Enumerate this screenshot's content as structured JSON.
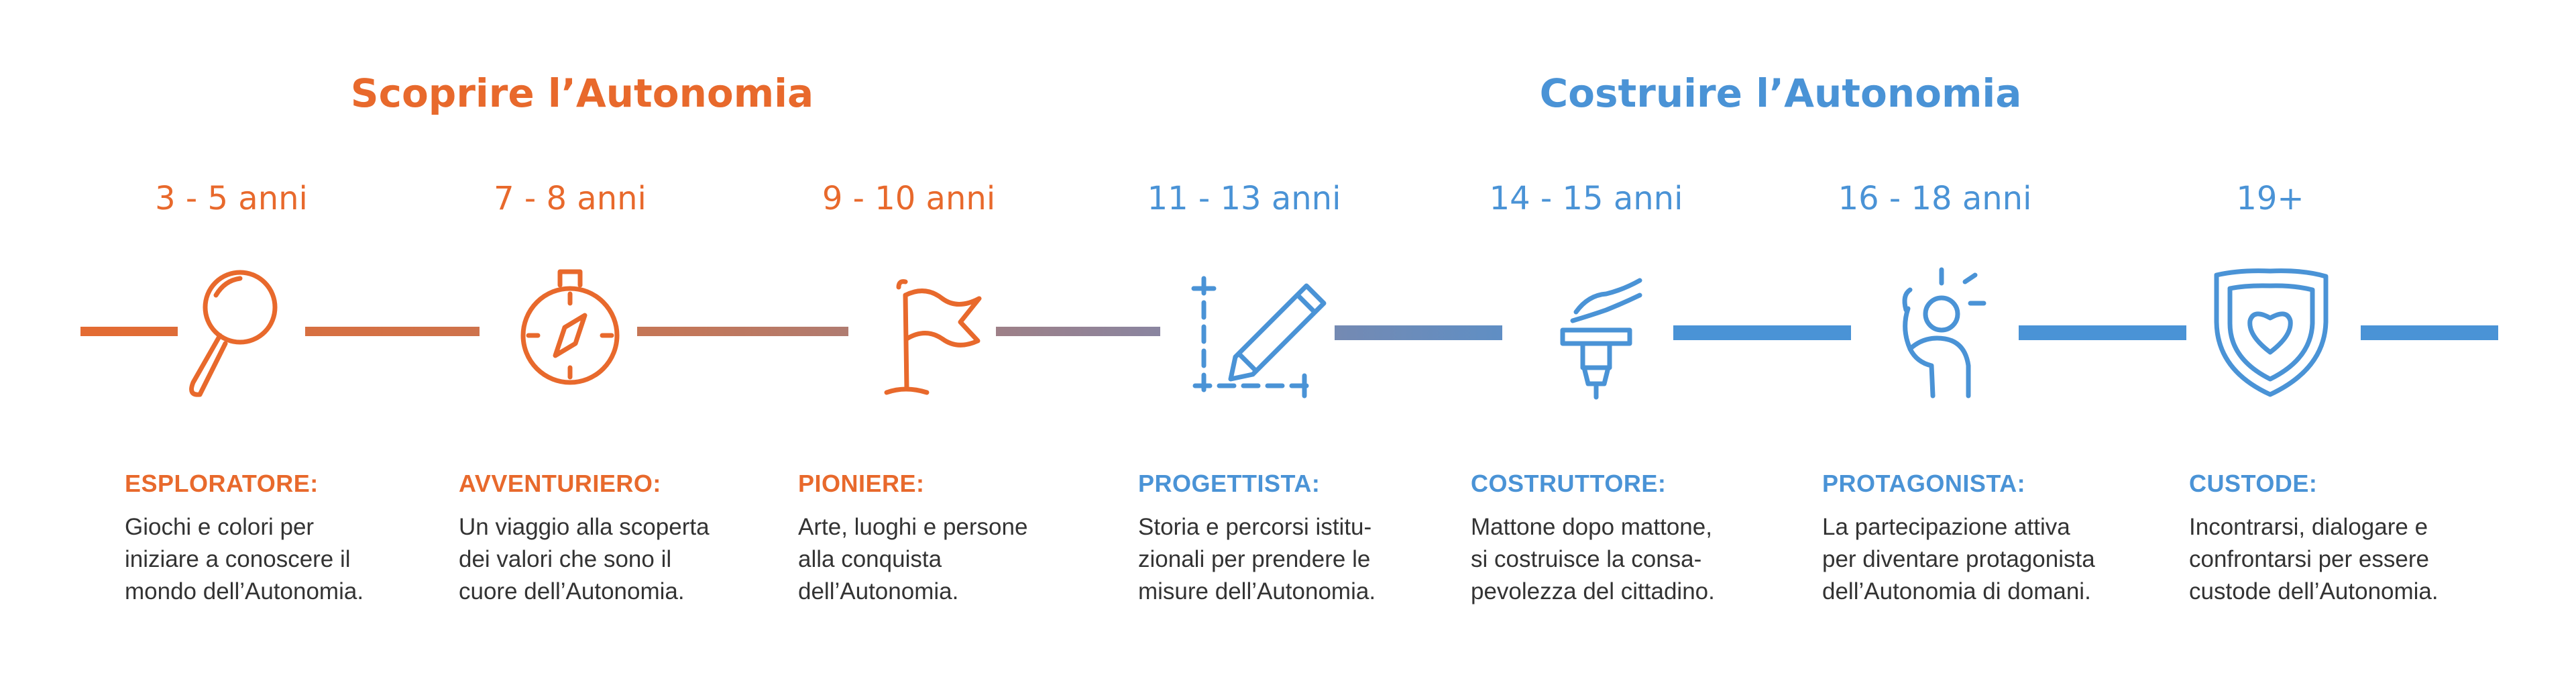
{
  "colors": {
    "orange": "#E8692C",
    "blue": "#4A93D6",
    "text": "#333333"
  },
  "phases": [
    {
      "title": "Scoprire l’Autonomia",
      "color": "#E8692C"
    },
    {
      "title": "Costruire l’Autonomia",
      "color": "#4A93D6"
    }
  ],
  "stages": [
    {
      "age": "3 - 5 anni",
      "icon": "magnifier-icon",
      "title": "ESPLORATORE:",
      "lines": [
        "Giochi e colori per",
        "iniziare a conoscere il",
        "mondo dell’Autonomia."
      ]
    },
    {
      "age": "7 - 8 anni",
      "icon": "compass-icon",
      "title": "AVVENTURIERO:",
      "lines": [
        "Un viaggio alla scoperta",
        "dei valori che sono il",
        "cuore dell’Autonomia."
      ]
    },
    {
      "age": "9 - 10 anni",
      "icon": "flag-icon",
      "title": "PIONIERE:",
      "lines": [
        "Arte, luoghi e persone",
        "alla conquista",
        "dell’Autonomia."
      ]
    },
    {
      "age": "11 - 13 anni",
      "icon": "pencil-ruler-icon",
      "title": "PROGETTISTA:",
      "lines": [
        "Storia e percorsi istitu-",
        "zionali per prendere le",
        "misure dell’Autonomia."
      ]
    },
    {
      "age": "14 - 15 anni",
      "icon": "trowel-brick-icon",
      "title": "COSTRUTTORE:",
      "lines": [
        "Mattone dopo mattone,",
        "si costruisce la consa-",
        "pevolezza del cittadino."
      ]
    },
    {
      "age": "16 - 18 anni",
      "icon": "raised-hand-person-icon",
      "title": "PROTAGONISTA:",
      "lines": [
        "La partecipazione attiva",
        "per diventare protagonista",
        "dell’Autonomia di domani."
      ]
    },
    {
      "age": "19+",
      "icon": "shield-heart-icon",
      "title": "CUSTODE:",
      "lines": [
        "Incontrarsi, dialogare e",
        "confrontarsi per essere",
        "custode dell’Autonomia."
      ]
    }
  ]
}
